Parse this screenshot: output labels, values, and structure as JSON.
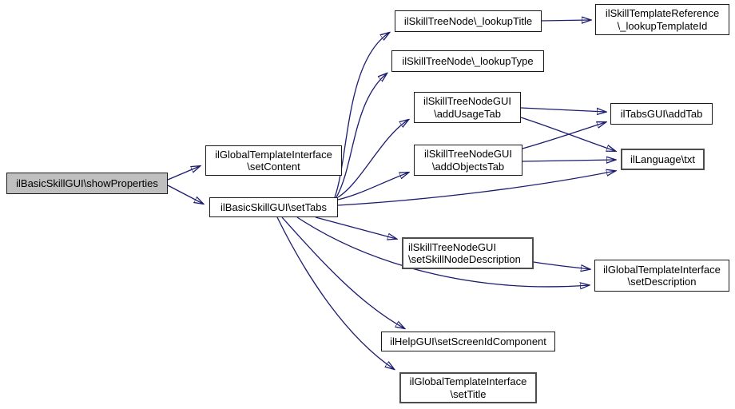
{
  "graph": {
    "colors": {
      "background": "#ffffff",
      "edge": "#1b1b70",
      "node_fill": "#ffffff",
      "node_border": "#1a1a1a",
      "highlight_fill": "#bfbfbf",
      "emphasis_border": "#4d4d4d"
    },
    "nodes": [
      {
        "id": "show-properties",
        "lines": [
          "ilBasicSkillGUI\\showProperties"
        ],
        "highlighted": true
      },
      {
        "id": "set-content",
        "lines": [
          "ilGlobalTemplateInterface",
          "\\setContent"
        ]
      },
      {
        "id": "set-tabs",
        "lines": [
          "ilBasicSkillGUI\\setTabs"
        ]
      },
      {
        "id": "lookup-title",
        "lines": [
          "ilSkillTreeNode\\_lookupTitle"
        ]
      },
      {
        "id": "lookup-template-id",
        "lines": [
          "ilSkillTemplateReference",
          "\\_lookupTemplateId"
        ]
      },
      {
        "id": "lookup-type",
        "lines": [
          "ilSkillTreeNode\\_lookupType"
        ]
      },
      {
        "id": "add-usage-tab",
        "lines": [
          "ilSkillTreeNodeGUI",
          "\\addUsageTab"
        ]
      },
      {
        "id": "add-tab",
        "lines": [
          "ilTabsGUI\\addTab"
        ]
      },
      {
        "id": "add-objects-tab",
        "lines": [
          "ilSkillTreeNodeGUI",
          "\\addObjectsTab"
        ]
      },
      {
        "id": "language-txt",
        "lines": [
          "ilLanguage\\txt"
        ]
      },
      {
        "id": "set-skill-node-description",
        "lines": [
          "ilSkillTreeNodeGUI",
          "\\setSkillNodeDescription"
        ]
      },
      {
        "id": "set-description",
        "lines": [
          "ilGlobalTemplateInterface",
          "\\setDescription"
        ]
      },
      {
        "id": "set-screen-id-component",
        "lines": [
          "ilHelpGUI\\setScreenIdComponent"
        ]
      },
      {
        "id": "set-title",
        "lines": [
          "ilGlobalTemplateInterface",
          "\\setTitle"
        ]
      }
    ],
    "edges": [
      {
        "from": "show-properties",
        "to": "set-content"
      },
      {
        "from": "show-properties",
        "to": "set-tabs"
      },
      {
        "from": "set-tabs",
        "to": "lookup-title"
      },
      {
        "from": "set-tabs",
        "to": "lookup-type"
      },
      {
        "from": "set-tabs",
        "to": "add-usage-tab"
      },
      {
        "from": "set-tabs",
        "to": "add-objects-tab"
      },
      {
        "from": "set-tabs",
        "to": "language-txt"
      },
      {
        "from": "set-tabs",
        "to": "set-skill-node-description"
      },
      {
        "from": "set-tabs",
        "to": "set-description"
      },
      {
        "from": "set-tabs",
        "to": "set-screen-id-component"
      },
      {
        "from": "set-tabs",
        "to": "set-title"
      },
      {
        "from": "lookup-title",
        "to": "lookup-template-id"
      },
      {
        "from": "add-usage-tab",
        "to": "add-tab"
      },
      {
        "from": "add-usage-tab",
        "to": "language-txt"
      },
      {
        "from": "add-objects-tab",
        "to": "add-tab"
      },
      {
        "from": "add-objects-tab",
        "to": "language-txt"
      },
      {
        "from": "set-skill-node-description",
        "to": "set-description"
      }
    ]
  }
}
